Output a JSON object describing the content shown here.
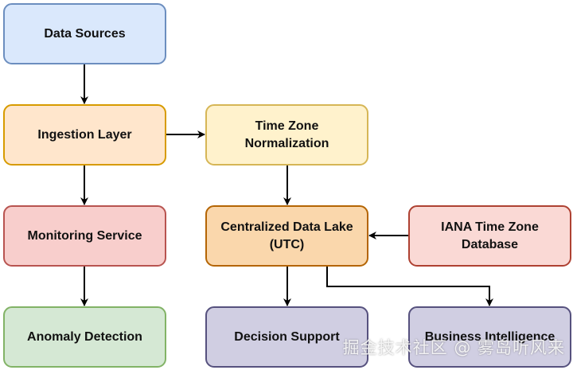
{
  "nodes": {
    "data_sources": {
      "label": "Data Sources",
      "fill": "#dae8fc",
      "stroke": "#6c8ebf"
    },
    "ingestion_layer": {
      "label": "Ingestion Layer",
      "fill": "#ffe6cc",
      "stroke": "#d79b00"
    },
    "tz_normalization": {
      "label": "Time Zone\nNormalization",
      "fill": "#fff2cc",
      "stroke": "#d6b656"
    },
    "monitoring_service": {
      "label": "Monitoring Service",
      "fill": "#f8cecc",
      "stroke": "#b85450"
    },
    "data_lake": {
      "label": "Centralized Data Lake\n(UTC)",
      "fill": "#fad7ac",
      "stroke": "#b46504"
    },
    "iana_db": {
      "label": "IANA Time Zone\nDatabase",
      "fill": "#fad9d5",
      "stroke": "#ae4132"
    },
    "anomaly_detection": {
      "label": "Anomaly Detection",
      "fill": "#d5e8d4",
      "stroke": "#82b366"
    },
    "decision_support": {
      "label": "Decision Support",
      "fill": "#d0cee2",
      "stroke": "#56517e"
    },
    "business_intelligence": {
      "label": "Business Intelligence",
      "fill": "#d0cee2",
      "stroke": "#56517e"
    }
  },
  "edges": [
    {
      "from": "data_sources",
      "to": "ingestion_layer"
    },
    {
      "from": "ingestion_layer",
      "to": "tz_normalization"
    },
    {
      "from": "ingestion_layer",
      "to": "monitoring_service"
    },
    {
      "from": "tz_normalization",
      "to": "data_lake"
    },
    {
      "from": "iana_db",
      "to": "data_lake"
    },
    {
      "from": "monitoring_service",
      "to": "anomaly_detection"
    },
    {
      "from": "data_lake",
      "to": "decision_support"
    },
    {
      "from": "data_lake",
      "to": "business_intelligence"
    }
  ],
  "watermark": "掘金技术社区 @ 雾岛听风来"
}
